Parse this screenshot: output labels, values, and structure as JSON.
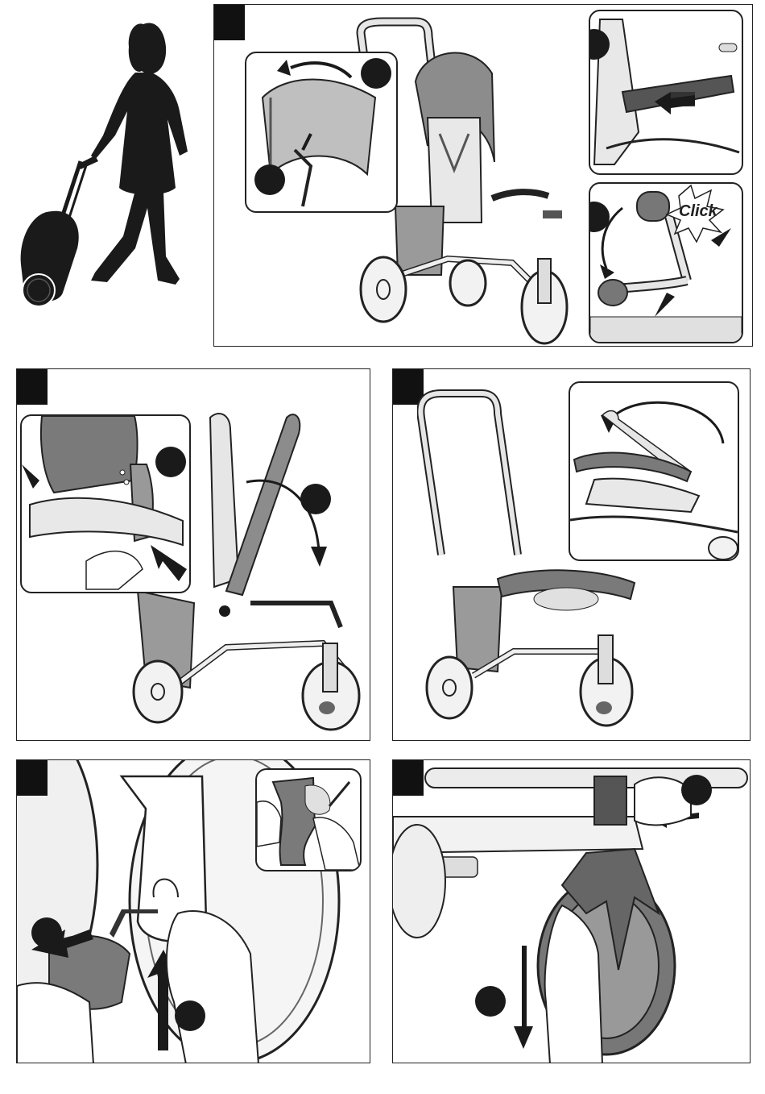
{
  "document": {
    "type": "assembly-instructions",
    "colors": {
      "ink": "#1a1a1a",
      "frame": "#d9d9d9",
      "fabric": "#8c8c8c",
      "wheel": "#9a9a9a"
    }
  },
  "panels": [
    {
      "id": "folded-carry",
      "icons": [
        "woman-silhouette",
        "folded-trike-silhouette"
      ]
    },
    {
      "id": "canopy-and-bumper",
      "callouts": [
        "canopy-fold",
        "bumper-bar-clip",
        "handle-click"
      ],
      "label": "Click"
    },
    {
      "id": "seat-recline",
      "callouts": [
        "seat-release"
      ]
    },
    {
      "id": "seat-fold-down",
      "callouts": [
        "backrest-fold"
      ]
    },
    {
      "id": "footrest-removal",
      "callouts": [
        "footrest-detail"
      ]
    },
    {
      "id": "front-wheel-removal",
      "callouts": []
    }
  ]
}
